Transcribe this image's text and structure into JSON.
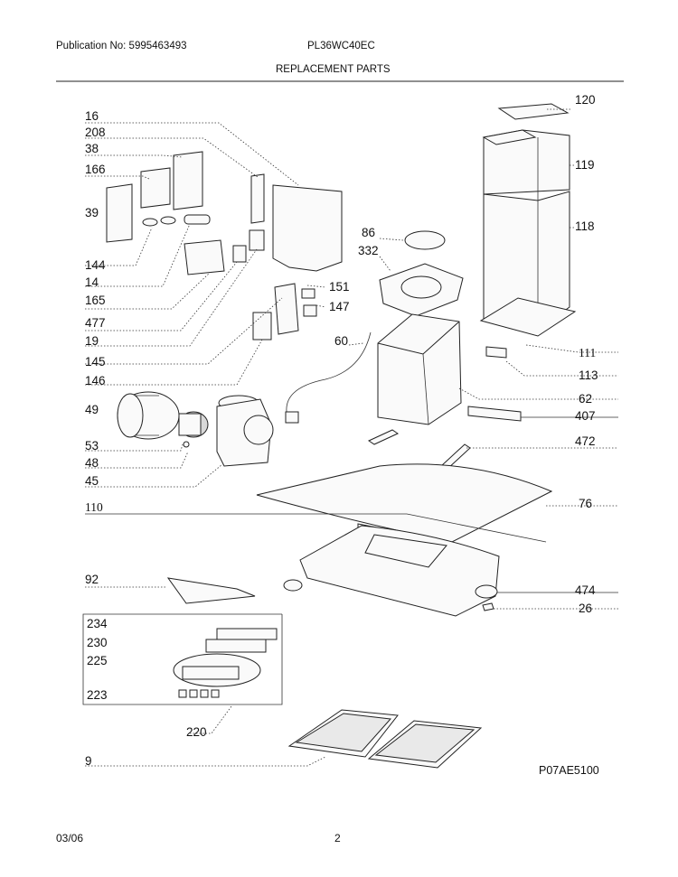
{
  "header": {
    "publication": "Publication No: 5995463493",
    "model": "PL36WC40EC",
    "section_title": "REPLACEMENT PARTS"
  },
  "footer": {
    "date": "03/06",
    "page": "2",
    "drawing_code": "P07AE5100"
  },
  "callouts_left": [
    "16",
    "208",
    "38",
    "166",
    "39",
    "144",
    "14",
    "165",
    "477",
    "19",
    "145",
    "146",
    "49",
    "53",
    "48",
    "45",
    "110",
    "92",
    "234",
    "230",
    "225",
    "223",
    "220",
    "9"
  ],
  "callouts_mid": [
    "151",
    "147",
    "86",
    "332",
    "60"
  ],
  "callouts_right": [
    "120",
    "119",
    "118",
    "111",
    "113",
    "62",
    "407",
    "472",
    "76",
    "474",
    "26"
  ]
}
